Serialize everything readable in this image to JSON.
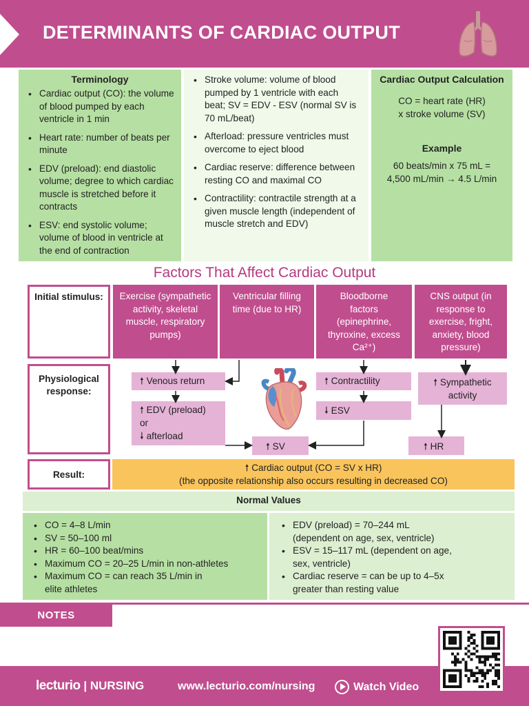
{
  "header": {
    "title": "DETERMINANTS OF CARDIAC OUTPUT"
  },
  "terminology": {
    "title": "Terminology",
    "col1": [
      "Cardiac output (CO): the volume of blood pumped by each ventricle in 1 min",
      "Heart rate: number of beats per minute",
      "EDV (preload): end diastolic volume; degree to which cardiac muscle is stretched before it contracts",
      "ESV: end systolic volume; volume of blood in ventricle at the end of contraction"
    ],
    "col2": [
      "Stroke volume: volume of blood pumped by 1 ventricle with each beat; SV = EDV - ESV (normal SV is 70 mL/beat)",
      "Afterload: pressure ventricles must overcome to eject blood",
      "Cardiac reserve: difference between resting CO and maximal CO",
      "Contractility: contractile strength at a given muscle length (independent of muscle stretch and EDV)"
    ]
  },
  "calculation": {
    "title": "Cardiac Output Calculation",
    "formula_line1": "CO = heart rate (HR)",
    "formula_line2": "x stroke volume (SV)",
    "example_title": "Example",
    "example_line1": "60 beats/min x 75 mL =",
    "example_line2": "4,500 mL/min → 4.5 L/min"
  },
  "factors": {
    "title": "Factors That Affect Cardiac Output",
    "row_labels": {
      "stimulus": "Initial stimulus:",
      "response": "Physiological response:",
      "result": "Result:"
    },
    "stimuli": [
      "Exercise (sympathetic activity, skeletal muscle, respiratory pumps)",
      "Ventricular filling time (due to HR)",
      "Bloodborne factors (epinephrine, thyroxine, excess Ca²⁺)",
      "CNS output (in response to exercise, fright, anxiety, blood pressure)"
    ],
    "responses": {
      "venous_return": "Venous return",
      "edv_line1": "EDV (preload)",
      "edv_or": "or",
      "edv_line3": "afterload",
      "contractility": "Contractility",
      "esv": "ESV",
      "sympathetic": "Sympathetic activity",
      "sv": "SV",
      "hr": "HR"
    },
    "result_line1": "Cardiac output (CO = SV x HR)",
    "result_line2": "(the opposite relationship also occurs resulting in decreased CO)"
  },
  "normal_values": {
    "title": "Normal Values",
    "left": [
      "CO = 4–8 L/min",
      "SV = 50–100 ml",
      "HR = 60–100 beat/mins",
      "Maximum CO = 20–25 L/min in non-athletes",
      "Maximum CO = can reach 35 L/min in elite athletes"
    ],
    "right": [
      "EDV (preload) = 70–244 mL (dependent on age, sex, ventricle)",
      "ESV = 15–117 mL (dependent on age, sex, ventricle)",
      "Cardiac reserve = can be up to 4–5x greater than resting value"
    ]
  },
  "notes": {
    "label": "NOTES"
  },
  "footer": {
    "brand_logo": "lecturio",
    "brand_suffix": "| NURSING",
    "url": "www.lecturio.com/nursing",
    "watch": "Watch Video"
  },
  "colors": {
    "brand_magenta": "#c04d8e",
    "light_pink": "#e5b3d6",
    "green": "#b6e0a3",
    "light_green": "#dcefd1",
    "yellow": "#f9c45c"
  },
  "icons": [
    "lungs-icon",
    "heart-icon",
    "up-arrow-icon",
    "down-arrow-icon",
    "play-icon",
    "qr-code"
  ]
}
